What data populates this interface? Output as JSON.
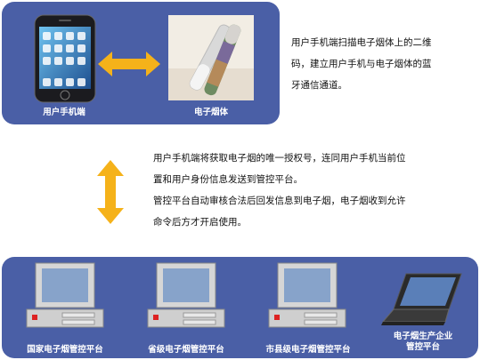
{
  "top_panel": {
    "phone_label": "用户手机端",
    "ecig_label": "电子烟体"
  },
  "right_description": {
    "lines": [
      "用户手机端扫描电子烟体上的二维",
      "码，建立用户手机与电子烟体的蓝",
      "牙通信通道。"
    ]
  },
  "middle_description": {
    "lines": [
      "用户手机端将获取电子烟的唯一授权号，连同用户手机当前位",
      "置和用户身份信息发送到管控平台。",
      "管控平台自动审核合法后回发信息到电子烟，电子烟收到允许",
      "命令后方才开启使用。"
    ]
  },
  "bottom_panel": {
    "platforms": [
      {
        "label": "国家电子烟管控平台"
      },
      {
        "label": "省级电子烟管控平台"
      },
      {
        "label": "市县级电子烟管控平台"
      },
      {
        "label": "电子烟生产企业\n管控平台"
      }
    ]
  },
  "colors": {
    "panel_blue": "#4a5fa6",
    "arrow_orange": "#f5b21a"
  }
}
